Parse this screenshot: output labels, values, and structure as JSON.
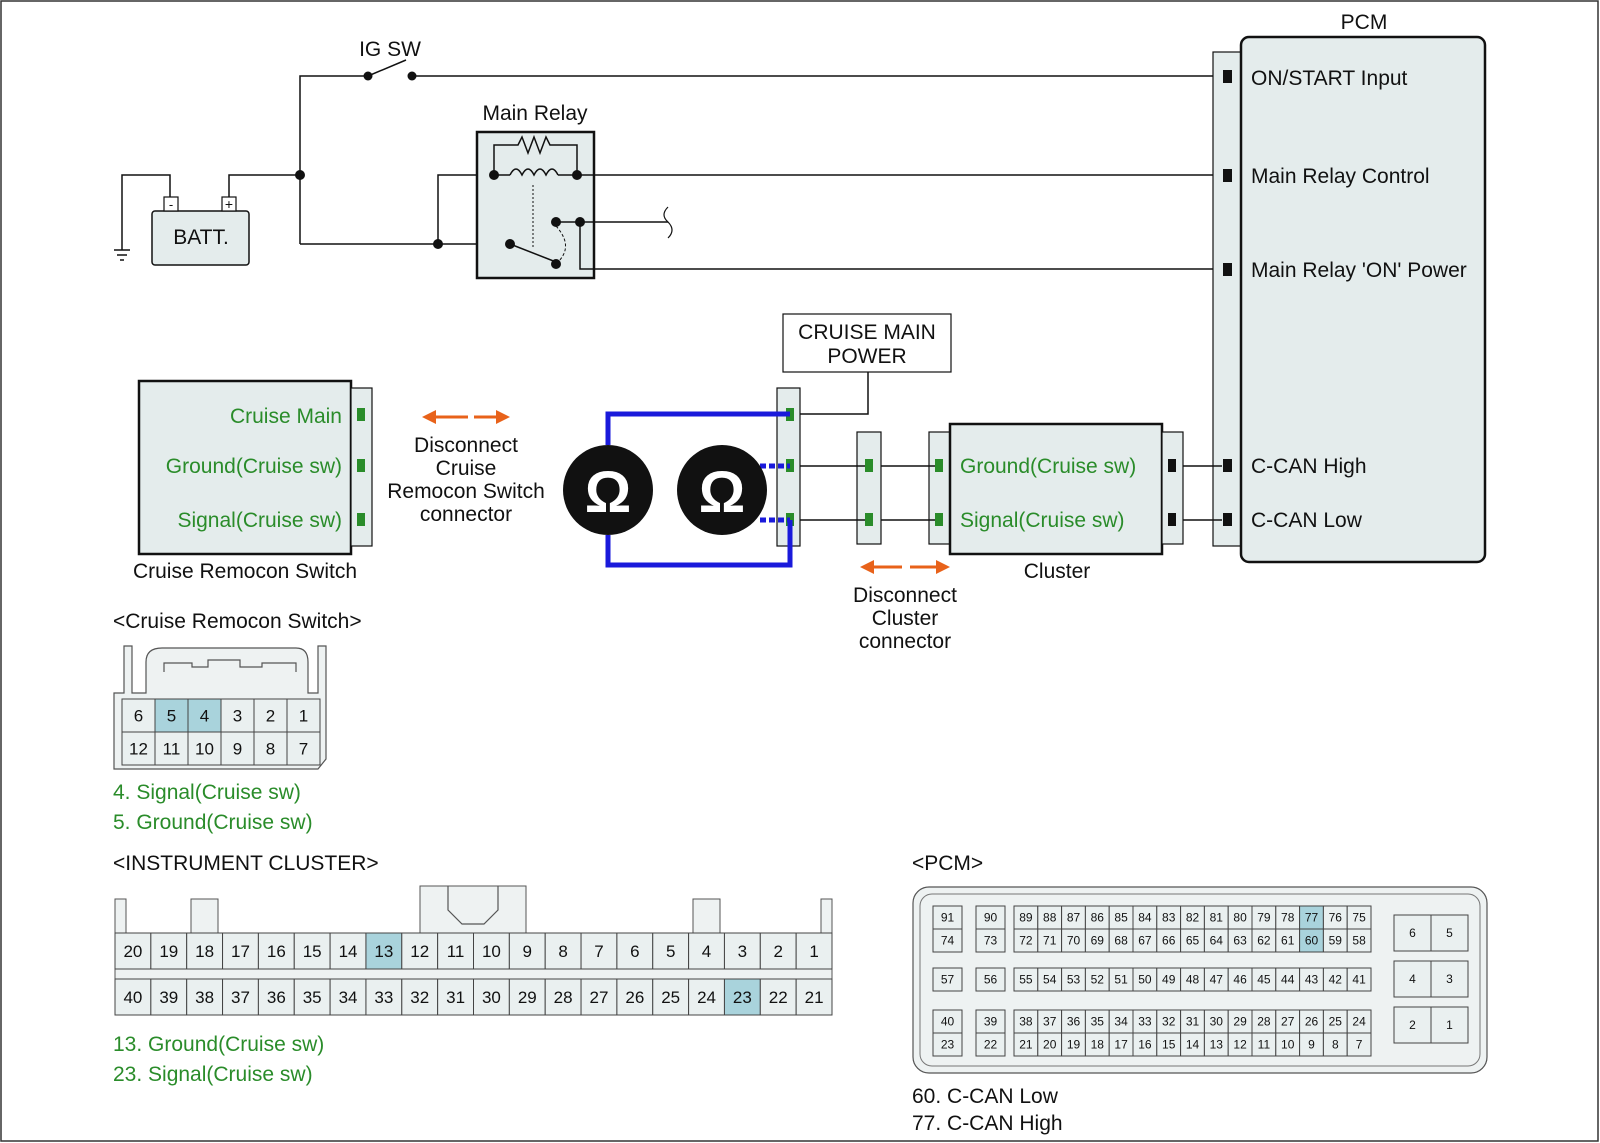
{
  "colors": {
    "accent_green": "#2a8c2a",
    "highlight": "#a9d3dc",
    "wire_blue": "#1a1adb",
    "arrow_orange": "#e8621a",
    "module_fill": "#e4ecec"
  },
  "labels": {
    "ig_sw": "IG SW",
    "main_relay": "Main Relay",
    "batt": "BATT.",
    "batt_minus": "-",
    "batt_plus": "+",
    "pcm": "PCM",
    "cruise_main_power": [
      "CRUISE MAIN",
      "POWER"
    ],
    "disconnect_cruise": [
      "Disconnect",
      "Cruise",
      "Remocon Switch",
      "connector"
    ],
    "disconnect_cluster": [
      "Disconnect",
      "Cluster",
      "connector"
    ],
    "cruise_remocon_switch": "Cruise Remocon Switch",
    "cluster": "Cluster",
    "ohm": "Ω"
  },
  "pcm_terminals": [
    "ON/START Input",
    "Main Relay Control",
    "Main Relay 'ON' Power",
    "C-CAN High",
    "C-CAN Low"
  ],
  "remocon_terminals": [
    "Cruise Main",
    "Ground(Cruise sw)",
    "Signal(Cruise sw)"
  ],
  "cluster_terminals": [
    "Ground(Cruise sw)",
    "Signal(Cruise sw)"
  ],
  "remocon_connector": {
    "title": "<Cruise Remocon Switch>",
    "row1": [
      "6",
      "5",
      "4",
      "3",
      "2",
      "1"
    ],
    "row2": [
      "12",
      "11",
      "10",
      "9",
      "8",
      "7"
    ],
    "highlighted": [
      "5",
      "4"
    ],
    "notes": [
      "4. Signal(Cruise sw)",
      "5. Ground(Cruise sw)"
    ]
  },
  "cluster_connector": {
    "title": "<INSTRUMENT CLUSTER>",
    "row1": [
      "20",
      "19",
      "18",
      "17",
      "16",
      "15",
      "14",
      "13",
      "12",
      "11",
      "10",
      "9",
      "8",
      "7",
      "6",
      "5",
      "4",
      "3",
      "2",
      "1"
    ],
    "row2": [
      "40",
      "39",
      "38",
      "37",
      "36",
      "35",
      "34",
      "33",
      "32",
      "31",
      "30",
      "29",
      "28",
      "27",
      "26",
      "25",
      "24",
      "23",
      "22",
      "21"
    ],
    "highlighted": [
      "13",
      "23"
    ],
    "notes": [
      "13. Ground(Cruise sw)",
      "23. Signal(Cruise sw)"
    ]
  },
  "pcm_connector": {
    "title": "<PCM>",
    "group_left": [
      [
        "91",
        "74"
      ],
      [
        "90",
        "73"
      ],
      [
        "57"
      ],
      [
        "56"
      ],
      [
        "40",
        "23"
      ],
      [
        "39",
        "22"
      ]
    ],
    "main_rows": [
      [
        "89",
        "88",
        "87",
        "86",
        "85",
        "84",
        "83",
        "82",
        "81",
        "80",
        "79",
        "78",
        "77",
        "76",
        "75"
      ],
      [
        "72",
        "71",
        "70",
        "69",
        "68",
        "67",
        "66",
        "65",
        "64",
        "63",
        "62",
        "61",
        "60",
        "59",
        "58"
      ],
      [
        "55",
        "54",
        "53",
        "52",
        "51",
        "50",
        "49",
        "48",
        "47",
        "46",
        "45",
        "44",
        "43",
        "42",
        "41"
      ],
      [
        "38",
        "37",
        "36",
        "35",
        "34",
        "33",
        "32",
        "31",
        "30",
        "29",
        "28",
        "27",
        "26",
        "25",
        "24"
      ],
      [
        "21",
        "20",
        "19",
        "18",
        "17",
        "16",
        "15",
        "14",
        "13",
        "12",
        "11",
        "10",
        "9",
        "8",
        "7"
      ]
    ],
    "right_rows": [
      [
        "6",
        "5"
      ],
      [
        "4",
        "3"
      ],
      [
        "2",
        "1"
      ]
    ],
    "highlighted": [
      "77",
      "60"
    ],
    "notes": [
      "60. C-CAN Low",
      "77. C-CAN High"
    ]
  }
}
